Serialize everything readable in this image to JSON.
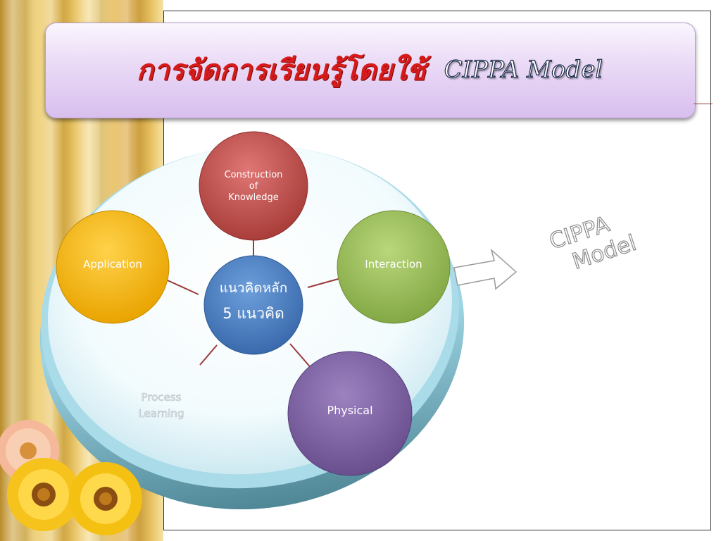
{
  "title": {
    "thai": "การจัดการเรียนรู้โดยใช้",
    "english": "CIPPA Model"
  },
  "diagram": {
    "center": {
      "line1": "แนวคิดหลัก",
      "line2": "5  แนวคิด",
      "color": "#4a7fc4"
    },
    "nodes": {
      "construction": {
        "lines": [
          "Construction",
          "of",
          "Knowledge"
        ],
        "color": "#c0504d"
      },
      "interaction": {
        "lines": [
          "Interaction"
        ],
        "color": "#9bbb59"
      },
      "physical": {
        "lines": [
          "Physical"
        ],
        "color": "#8064a2"
      },
      "application": {
        "lines": [
          "Application"
        ],
        "color": "#f5b400"
      }
    },
    "process_label": {
      "line1": "Process",
      "line2": "Learning"
    },
    "side_label": {
      "line1": "CIPPA",
      "line2": "Model"
    }
  },
  "colors": {
    "connector": "#9b3a3a",
    "title_thai": "#d71a1a",
    "platform": "#7fc4d8"
  }
}
